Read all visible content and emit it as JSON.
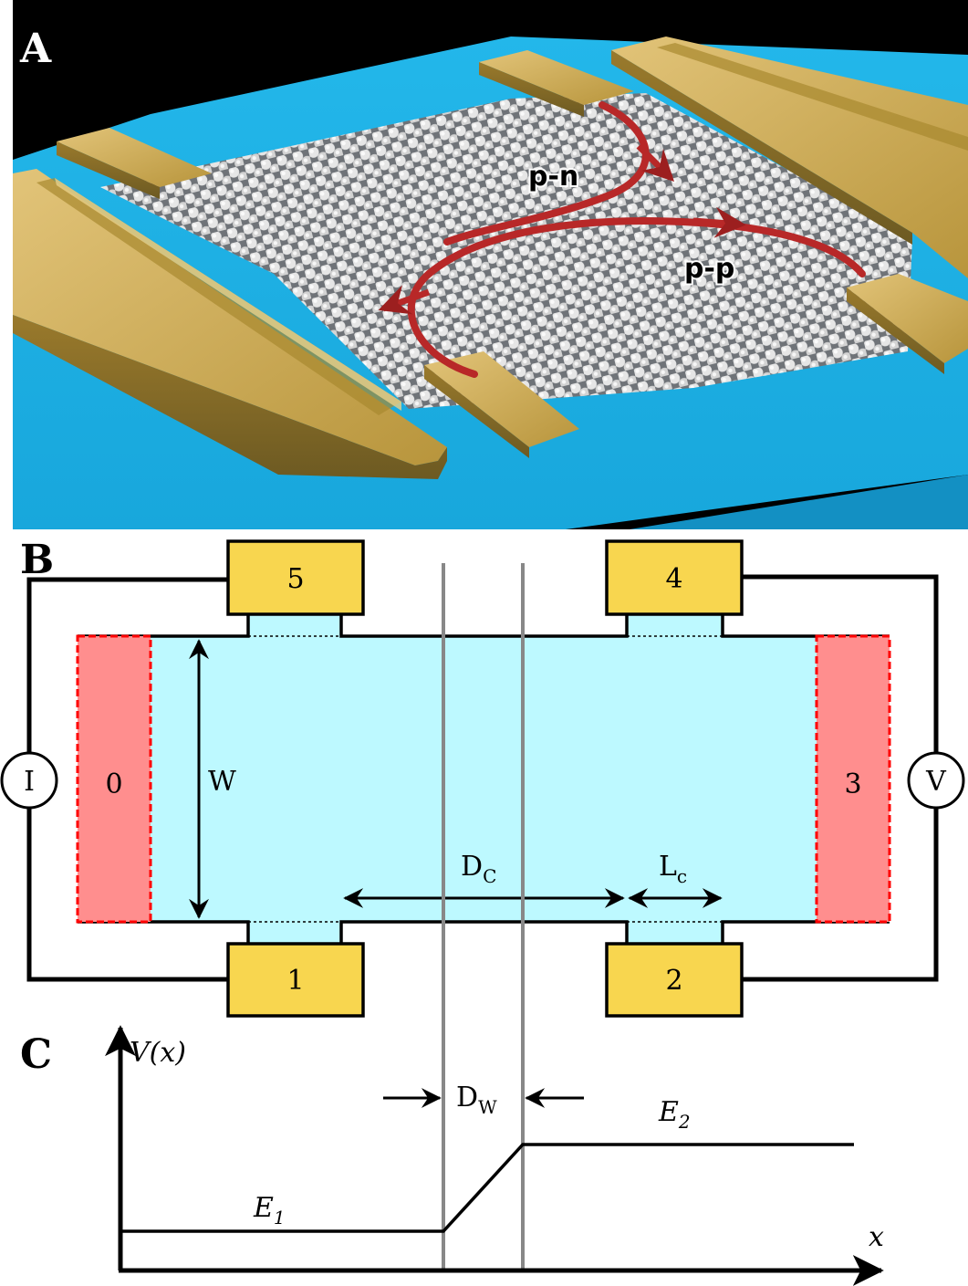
{
  "panels": {
    "a": {
      "label": "A",
      "path_labels": {
        "pn": "p-n",
        "pp": "p-p"
      },
      "colors": {
        "substrate": "#1fb4e6",
        "gold": "#c8a650",
        "arrow": "#b82828",
        "atoms": "#dcdcdc",
        "background": "#000000"
      }
    },
    "b": {
      "label": "B",
      "contacts": {
        "c0": "0",
        "c1": "1",
        "c2": "2",
        "c3": "3",
        "c4": "4",
        "c5": "5"
      },
      "meters": {
        "current": "I",
        "voltage": "V"
      },
      "dimensions": {
        "width": "W",
        "dc_main": "D",
        "dc_sub": "C",
        "lc_main": "L",
        "lc_sub": "c"
      },
      "colors": {
        "channel": "#bdf9ff",
        "contact": "#f8d64f",
        "side_contact": "#ff8e8e",
        "side_border": "#ff0000",
        "walls": "#888888"
      }
    },
    "c": {
      "label": "C",
      "y_axis_label": "V(x)",
      "x_axis_label": "x",
      "dw_main": "D",
      "dw_sub": "W",
      "e1_main": "E",
      "e1_sub": "1",
      "e2_main": "E",
      "e2_sub": "2"
    }
  }
}
